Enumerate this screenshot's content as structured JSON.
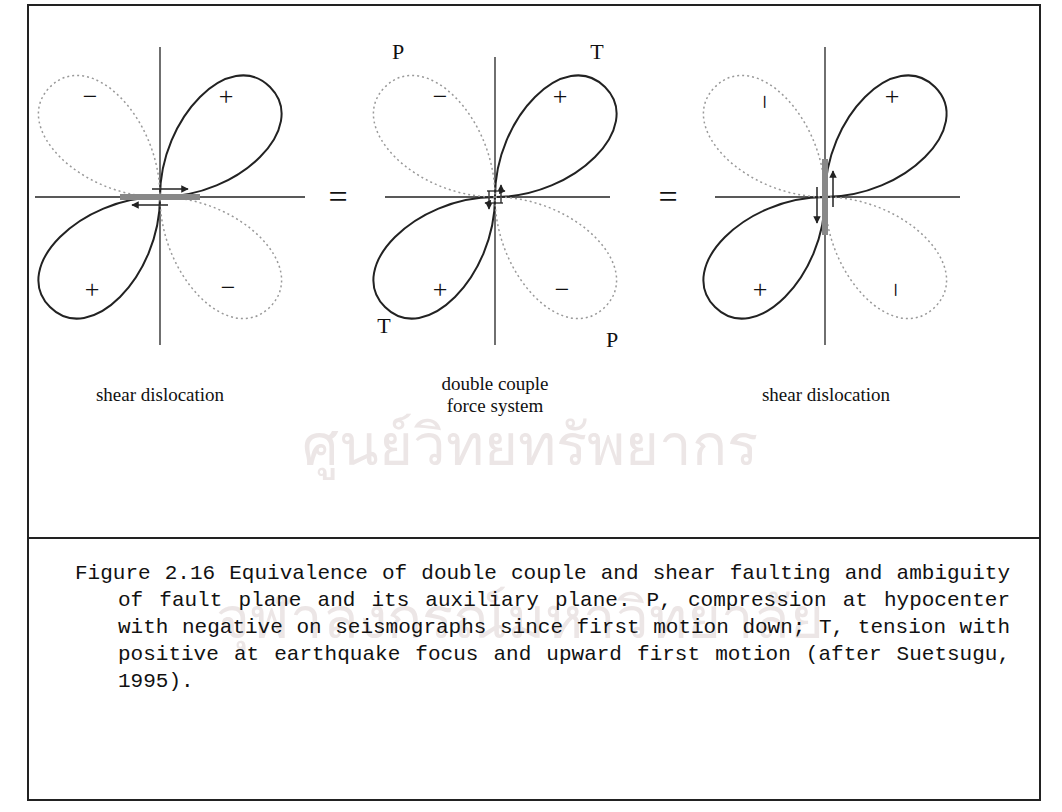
{
  "diagram": {
    "caption": "Figure 2.16 Equivalence of double couple and shear faulting and ambiguity of fault plane and its auxiliary plane. P, compression at hypocenter with negative on seismographs since first motion down; T, tension with positive at earthquake focus and upward first motion (after Suetsugu, 1995).",
    "labels": [
      "−",
      "+",
      "+",
      "−",
      "=",
      "P",
      "T",
      "−",
      "+",
      "+",
      "−",
      "T",
      "P",
      "=",
      "−",
      "+",
      "+",
      "−",
      "shear dislocation",
      "double couple force system",
      "shear dislocation",
      "ศูนย์วิทยทรัพยากร",
      "จุฬาลงกรณ์มหาวิทยาลัย"
    ]
  }
}
